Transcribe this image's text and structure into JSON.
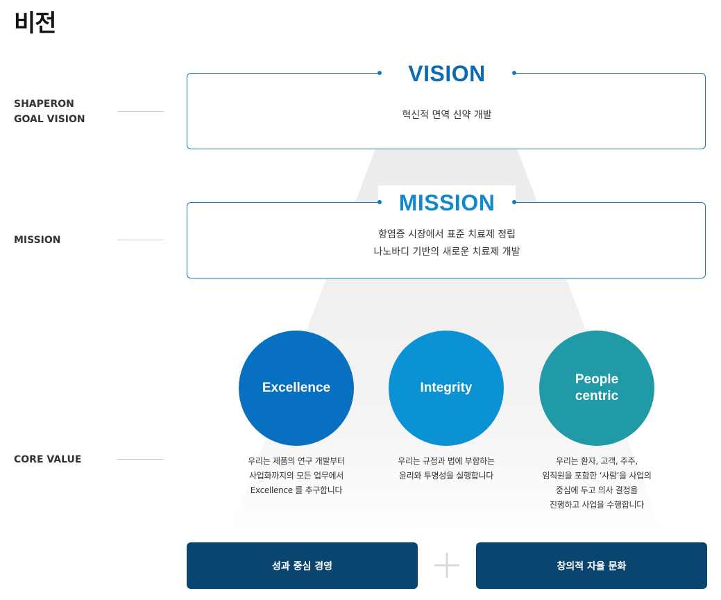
{
  "page": {
    "title": "비전"
  },
  "labels": {
    "goal_vision": [
      "SHAPERON",
      "GOAL VISION"
    ],
    "mission": "MISSION",
    "core_value": "CORE VALUE"
  },
  "vision": {
    "title": "VISION",
    "text": "혁신적 면역 신약 개발"
  },
  "mission": {
    "title": "MISSION",
    "lines": [
      "항염증 시장에서 표준 치료제 정립",
      "나노바디 기반의 새로운 치료제 개발"
    ]
  },
  "core_values": [
    {
      "name_lines": [
        "Excellence"
      ],
      "color": "#0870c0",
      "desc": [
        "우리는 제품의 연구 개발부터",
        "사업화까지의 모든 업무에서",
        "Excellence 를 추구합니다"
      ]
    },
    {
      "name_lines": [
        "Integrity"
      ],
      "color": "#0a92d4",
      "desc": [
        "우리는 규정과 법에 부합하는",
        "윤리와 투명성을 실행합니다"
      ]
    },
    {
      "name_lines": [
        "People",
        "centric"
      ],
      "color": "#209aa6",
      "desc": [
        "우리는 환자, 고객, 주주,",
        "임직원을 포함한 ‘사람’을 사업의",
        "중심에 두고 의사 결정을",
        "진행하고 사업을 수행합니다"
      ]
    }
  ],
  "bottom": {
    "left": "성과 중심 경영",
    "right": "창의적 자율 문화"
  },
  "colors": {
    "vision_title": "#0c6ab0",
    "mission_title": "#1189cb",
    "box_border": "#1676b8",
    "bottom_bg": "#0a4570"
  }
}
